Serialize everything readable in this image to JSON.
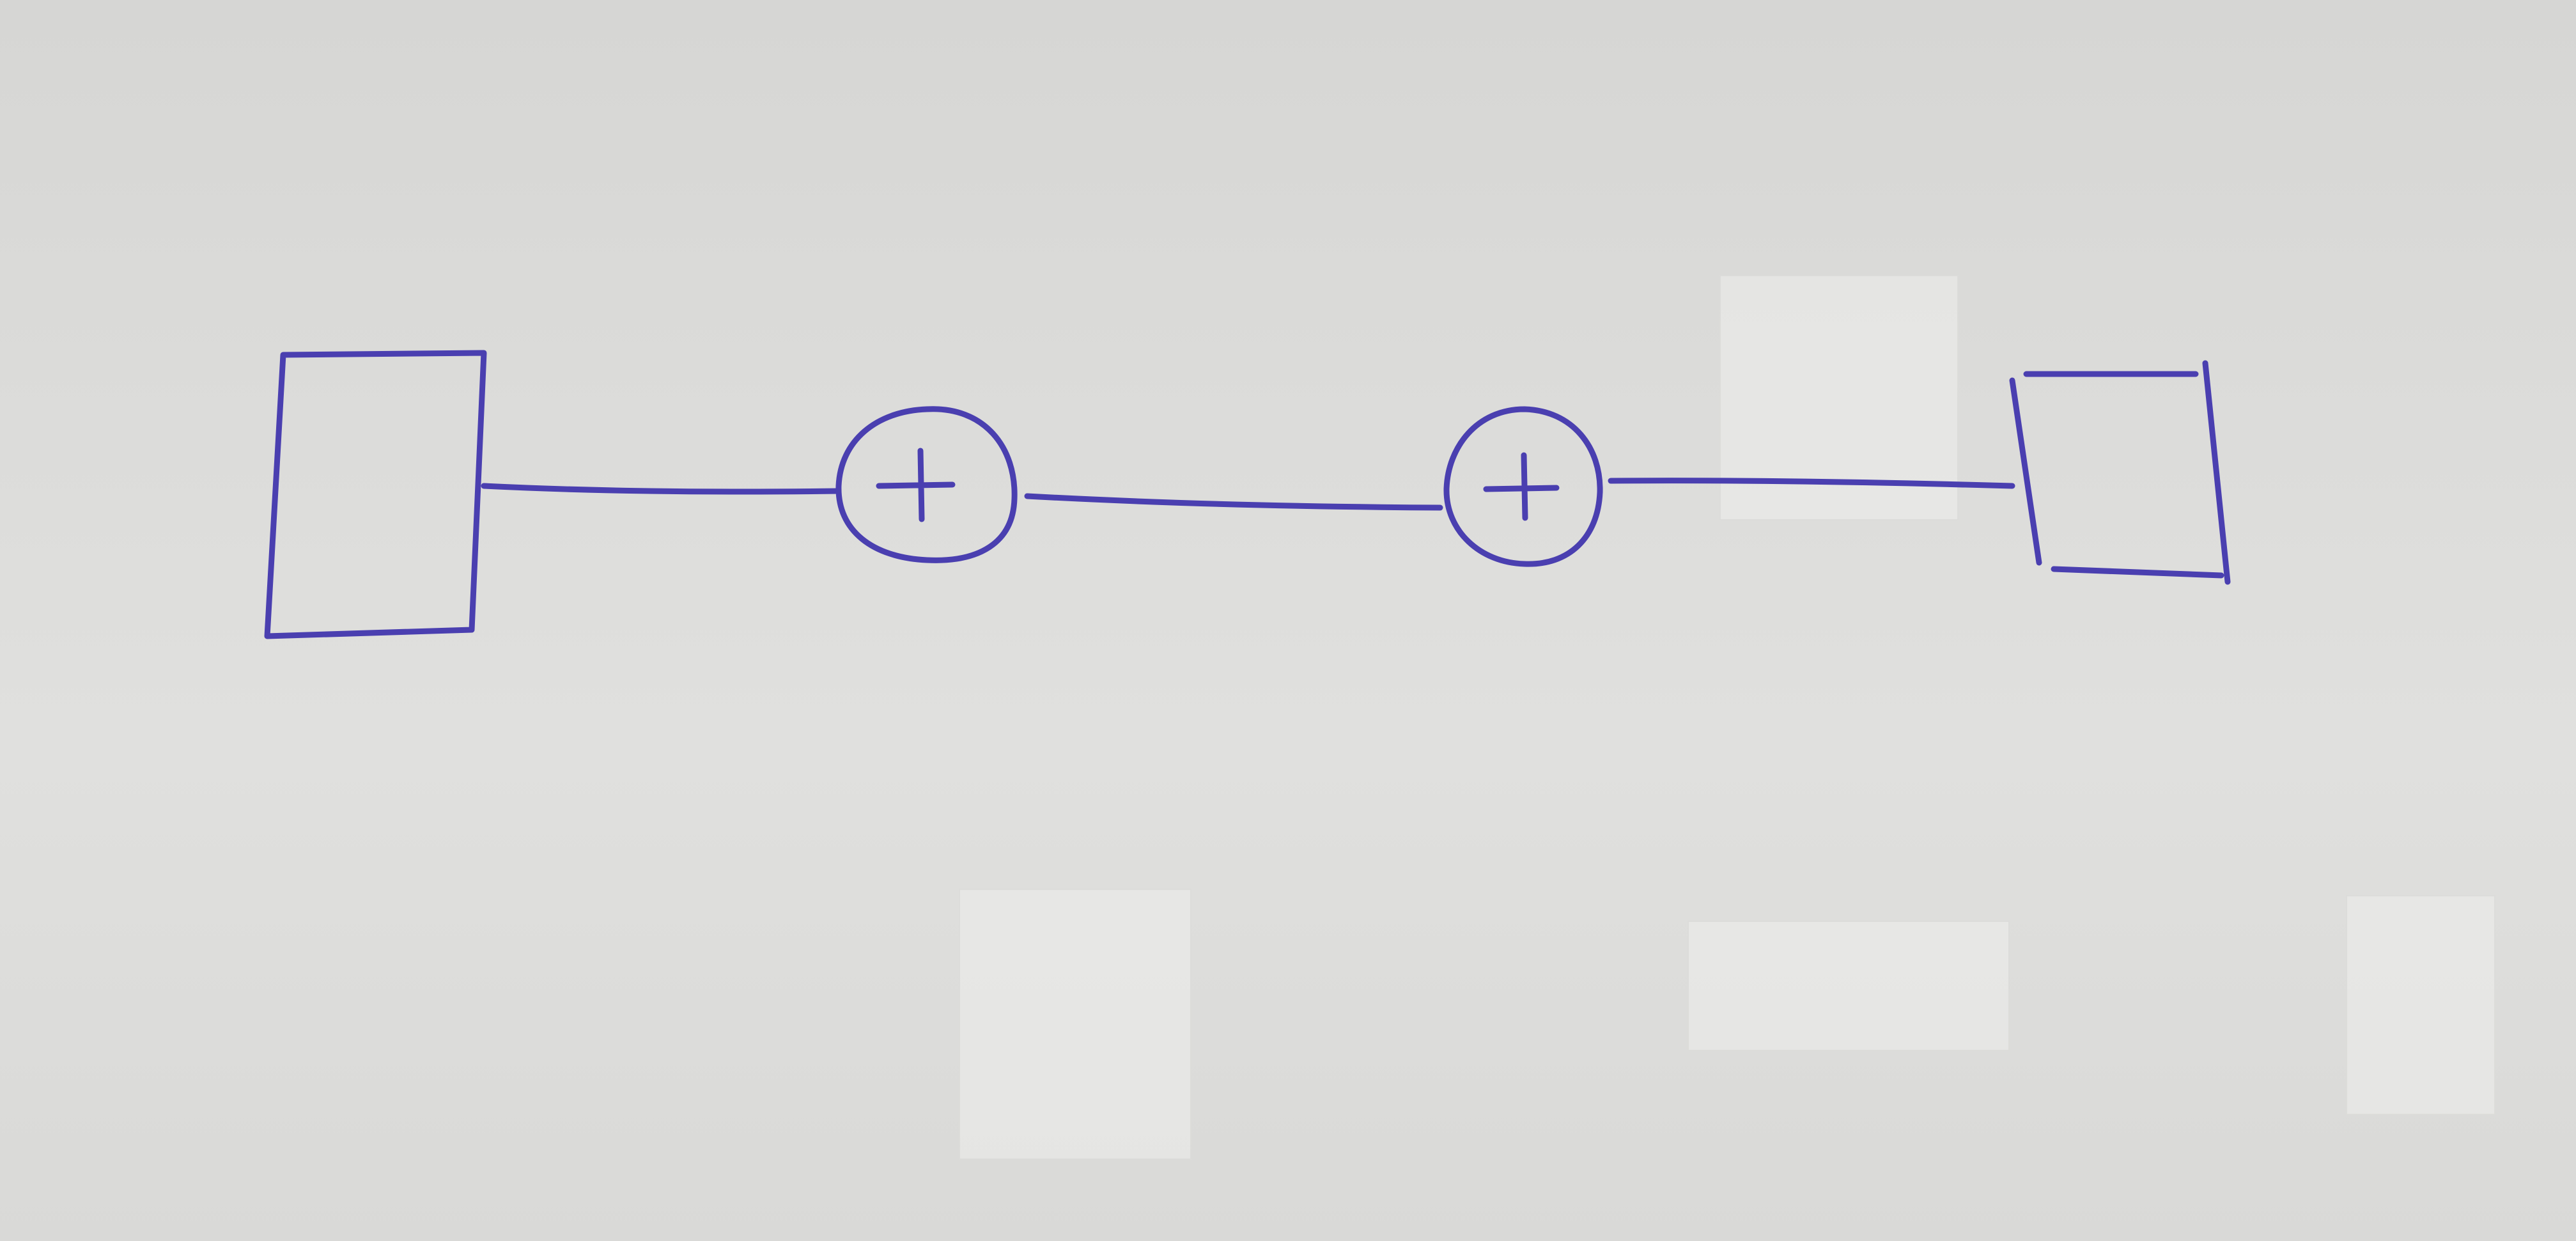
{
  "diagram": {
    "ink_color": "#4a3fb0",
    "paper_color": "#dcdcda",
    "nodes": [
      {
        "id": "box-left",
        "shape": "rectangle"
      },
      {
        "id": "sum-1",
        "shape": "circle",
        "symbol": "+"
      },
      {
        "id": "sum-2",
        "shape": "circle",
        "symbol": "+"
      },
      {
        "id": "box-right",
        "shape": "open-rectangle"
      }
    ],
    "edges": [
      {
        "from": "box-left",
        "to": "sum-1"
      },
      {
        "from": "sum-1",
        "to": "sum-2"
      },
      {
        "from": "sum-2",
        "to": "box-right"
      }
    ]
  }
}
